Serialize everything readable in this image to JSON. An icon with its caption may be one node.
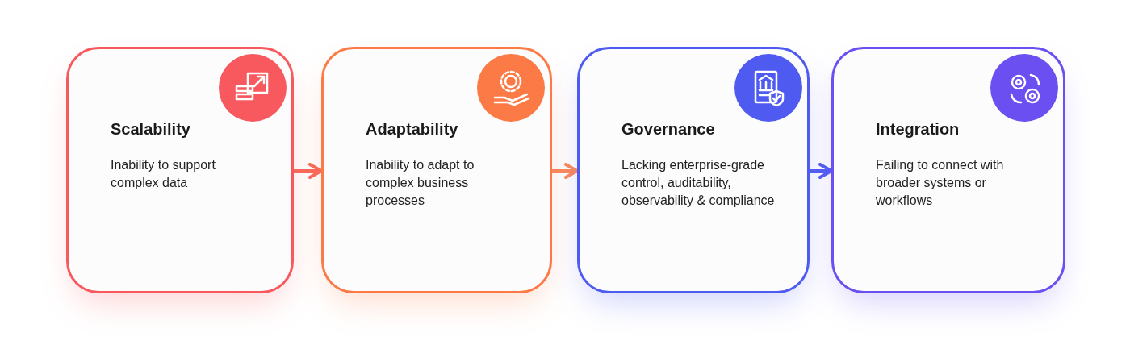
{
  "diagram": {
    "nodes": [
      {
        "text": [
          "Scalability",
          "Inability to support complex data"
        ]
      },
      {
        "text": [
          "Adaptability",
          "Inability to adapt to complex business processes"
        ]
      },
      {
        "text": [
          "Governance",
          "Lacking enterprise-grade control, auditability, observability & compliance"
        ]
      },
      {
        "text": [
          "Integration",
          "Failing to connect with broader systems or workflows"
        ]
      }
    ],
    "edges": [
      {
        "from": 0,
        "to": 1,
        "arrow": "to",
        "color": "#f96a5c"
      },
      {
        "from": 1,
        "to": 2,
        "arrow": "to",
        "color": "#fb8a5c"
      },
      {
        "from": 2,
        "to": 3,
        "arrow": "to",
        "color": "#5560f0"
      }
    ]
  }
}
